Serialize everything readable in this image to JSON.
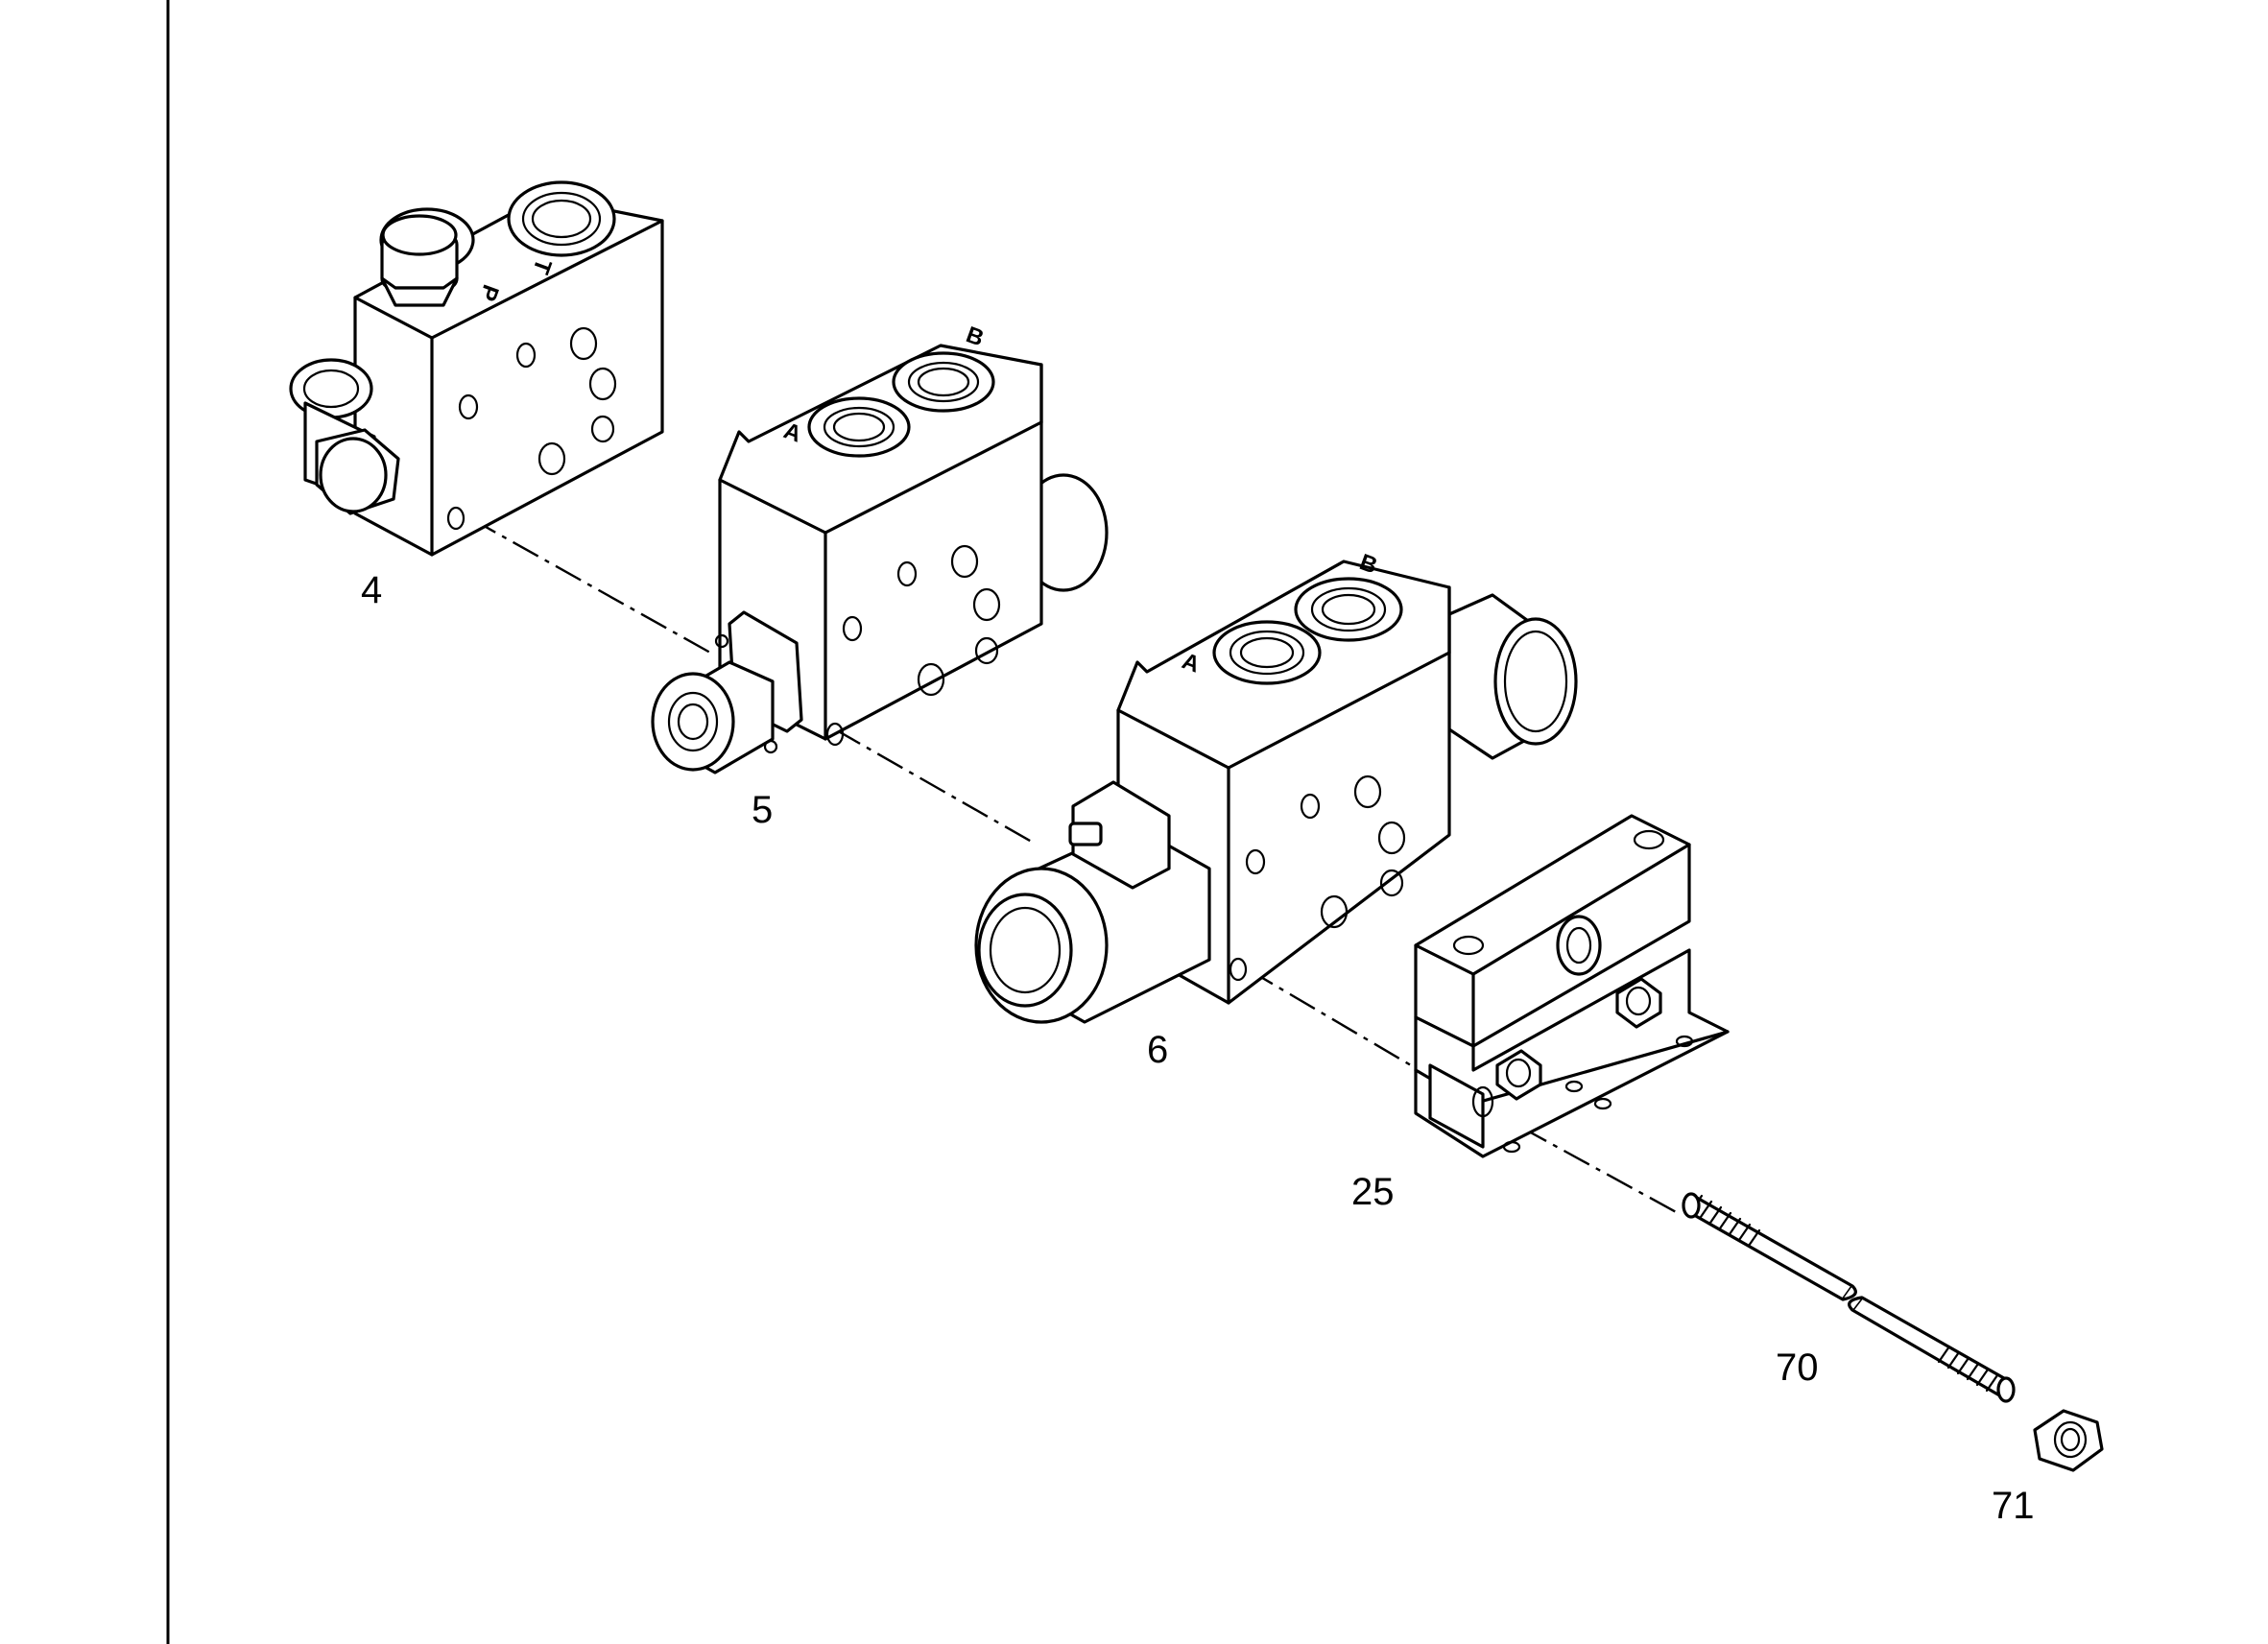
{
  "callouts": {
    "part_4": "4",
    "part_5": "5",
    "part_6": "6",
    "part_25": "25",
    "part_70": "70",
    "part_71": "71"
  },
  "port_letters": {
    "t": "T",
    "p": "P",
    "a1": "A",
    "b1": "B",
    "a2": "A",
    "b2": "B"
  },
  "colors": {
    "line": "#000000",
    "background": "#ffffff"
  }
}
